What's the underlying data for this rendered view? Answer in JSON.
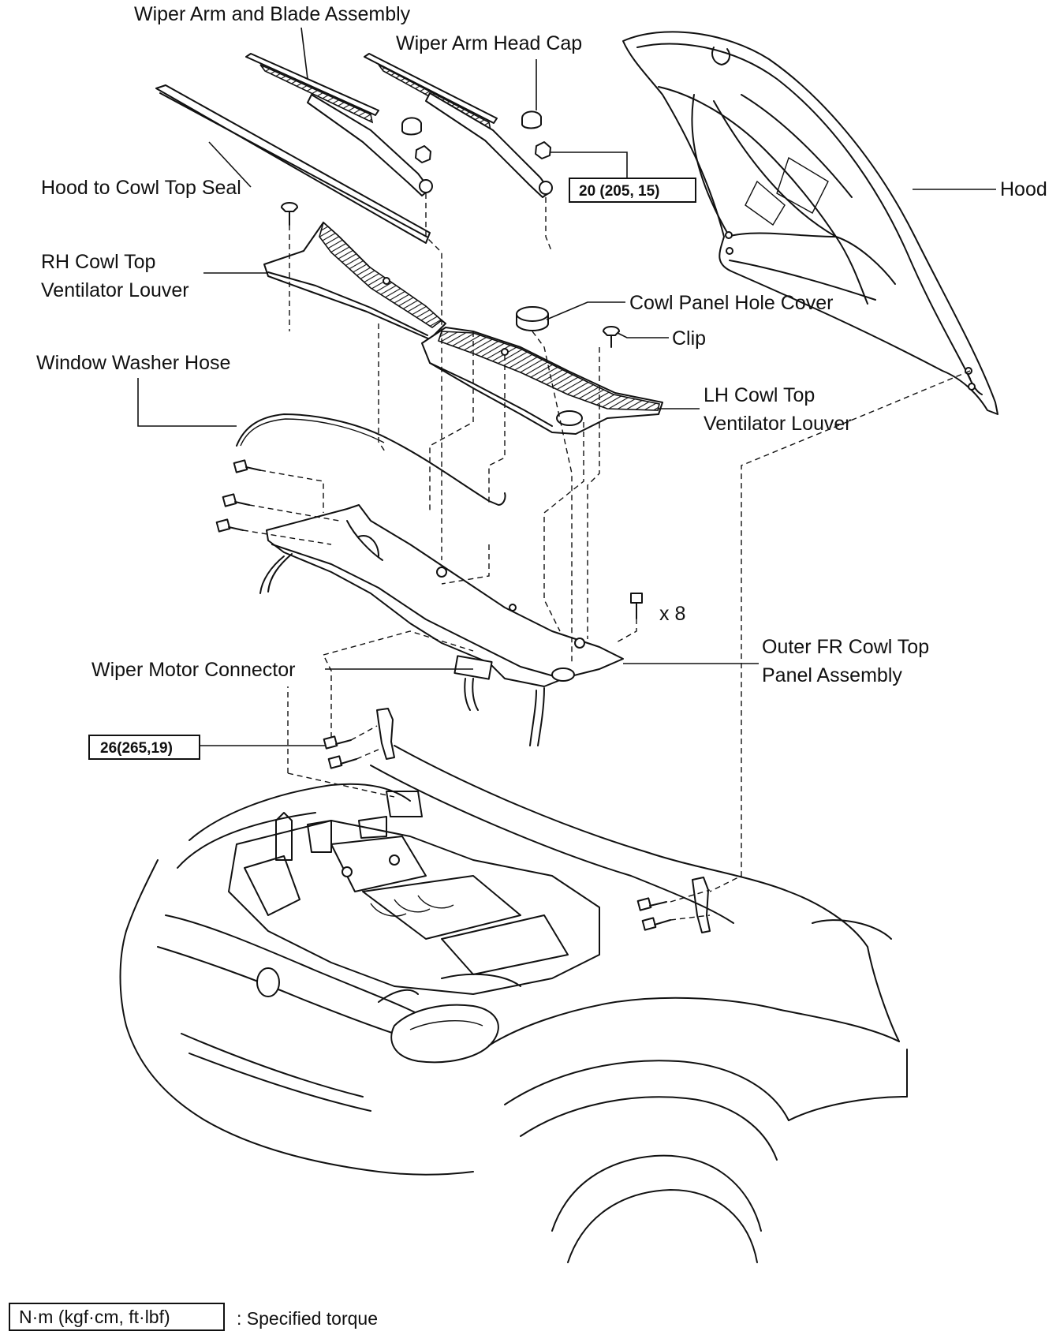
{
  "labels": {
    "wiper_arm_blade": "Wiper Arm and Blade Assembly",
    "wiper_arm_head_cap": "Wiper Arm Head Cap",
    "hood_to_cowl_seal": "Hood to Cowl Top Seal",
    "hood": "Hood",
    "rh_cowl_line1": "RH Cowl Top",
    "rh_cowl_line2": "Ventilator Louver",
    "cowl_panel_hole_cover": "Cowl Panel Hole Cover",
    "clip": "Clip",
    "window_washer_hose": "Window Washer Hose",
    "lh_cowl_line1": "LH Cowl Top",
    "lh_cowl_line2": "Ventilator Louver",
    "bolt_count": "x 8",
    "wiper_motor_connector": "Wiper Motor Connector",
    "outer_fr_line1": "Outer FR Cowl Top",
    "outer_fr_line2": "Panel Assembly"
  },
  "torques": {
    "wiper_nut": "20 (205, 15)",
    "hood_bolt": "26(265,19)"
  },
  "legend": {
    "unit_box": "N·m (kgf·cm, ft·lbf)",
    "description": ": Specified torque"
  }
}
